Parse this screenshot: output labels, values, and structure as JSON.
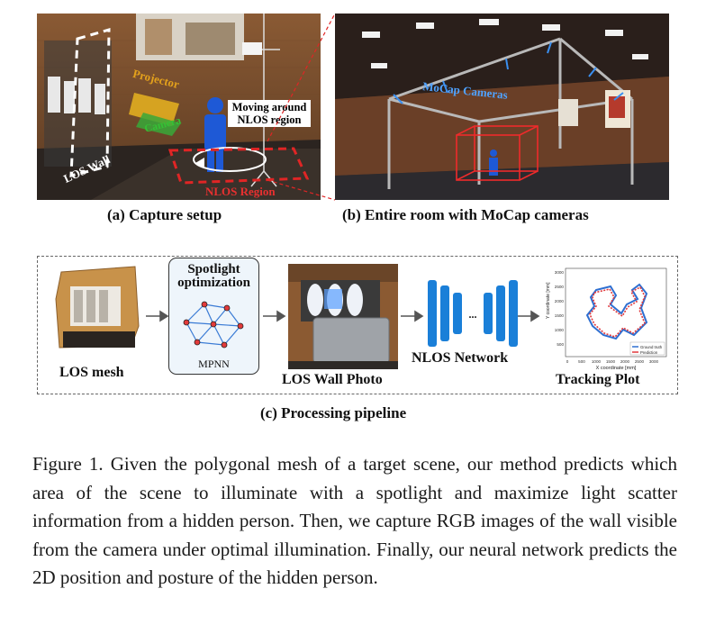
{
  "panel_a": {
    "caption": "(a) Capture setup",
    "labels": {
      "projector": "Projector",
      "camera": "Camera",
      "los_wall": "LOS Wall",
      "moving": "Moving around NLOS region",
      "nlos_region": "NLOS Region"
    }
  },
  "panel_b": {
    "caption": "(b) Entire room with MoCap cameras",
    "labels": {
      "mocap": "MoCap Cameras"
    }
  },
  "panel_c": {
    "caption": "(c) Processing pipeline",
    "stages": {
      "los_mesh": "LOS mesh",
      "spotlight": "Spotlight optimization",
      "mpnn": "MPNN",
      "wall_photo": "LOS Wall Photo",
      "network": "NLOS Network",
      "ellipsis": "...",
      "tracking": "Tracking Plot"
    },
    "plot": {
      "xlabel": "X coordinate [mm]",
      "ylabel": "Y coordinate [mm]",
      "xticks": [
        "0",
        "500",
        "1000",
        "1500",
        "2000",
        "2500",
        "3000"
      ],
      "yticks": [
        "500",
        "1000",
        "1500",
        "2000",
        "2500",
        "3000"
      ],
      "legend": [
        "Ground truth",
        "Prediction"
      ],
      "colors": {
        "ground_truth": "#2e6fd1",
        "prediction": "#e0383c"
      }
    }
  },
  "caption": "Figure 1. Given the polygonal mesh of a target scene, our method predicts which area of the scene to illuminate with a spotlight and maximize light scatter information from a hidden person. Then, we capture RGB images of the wall visible from the camera under optimal illumination. Finally, our neural network predicts the 2D position and posture of the hidden person."
}
